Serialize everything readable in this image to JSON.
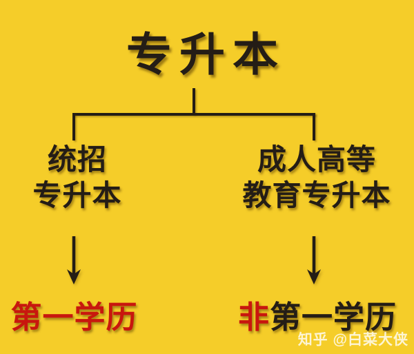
{
  "diagram": {
    "title": "专升本",
    "colors": {
      "background": "#f5cd29",
      "ink": "#241d16",
      "accent_red": "#c8170e",
      "watermark_color": "rgba(255,255,255,0.8)"
    },
    "left_branch": {
      "line1": "统招",
      "line2": "专升本",
      "result": "第一学历"
    },
    "right_branch": {
      "line1": "成人高等",
      "line2": "教育专升本",
      "result_prefix": "非",
      "result_suffix": "第一学历"
    }
  },
  "watermark": {
    "text": "知乎 @白菜大侠"
  }
}
